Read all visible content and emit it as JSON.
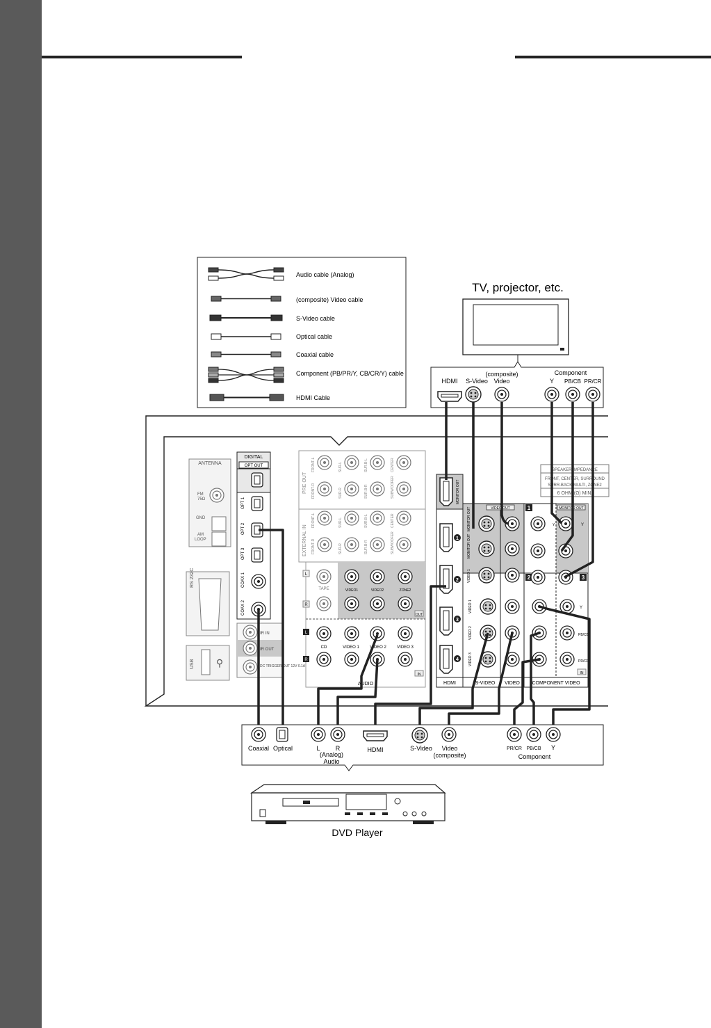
{
  "legend": {
    "items": [
      "Audio cable (Analog)",
      "(composite) Video  cable",
      "S-Video cable",
      "Optical cable",
      "Coaxial cable",
      "Component (PB/PR/Y, CB/CR/Y) cable",
      "HDMI Cable"
    ]
  },
  "tv": {
    "title": "TV, projector, etc.",
    "composite_caption": "(composite)",
    "component_caption": "Component",
    "ports": [
      "HDMI",
      "S-Video",
      "Video",
      "Y",
      "PB/CB",
      "PR/CR"
    ]
  },
  "receiver": {
    "antenna": {
      "title": "ANTENNA",
      "fm": "FM",
      "fm_ohm": "75Ω",
      "gnd": "GND",
      "am": "AM",
      "loop": "LOOP"
    },
    "rs232": "RS 232C",
    "usb": "USB",
    "digital": {
      "title": "DIGITAL",
      "opt_out": "OPT OUT",
      "inputs": [
        "OPT 1",
        "OPT 2",
        "OPT 3",
        "COAX 1",
        "COAX 2"
      ]
    },
    "ir": [
      "IR IN",
      "IR OUT",
      "DC TRIGGER OUT 12V 0.1A 100mA"
    ],
    "pre_out": {
      "title": "PRE OUT",
      "row1": [
        "FRONT-L",
        "SUR-L",
        "SUR.B-L",
        "CENTER"
      ],
      "row2": [
        "FRONT-R",
        "SUR-R",
        "SUR.B-R",
        "SUBWOOFER"
      ]
    },
    "ext_in": {
      "title": "EXTERNAL IN",
      "row1": [
        "FRONT-L",
        "SUR-L",
        "SUR.B-L",
        "CENTER"
      ],
      "row2": [
        "FRONT-R",
        "SUR-R",
        "SUR.B-R",
        "SUBWOOFER"
      ]
    },
    "audio": {
      "title": "AUDIO",
      "out_row": [
        "TAPE",
        "VIDEO1",
        "VIDEO2",
        "ZONE2"
      ],
      "in_row": [
        "CD",
        "VIDEO 1",
        "VIDEO 2",
        "VIDEO 3"
      ],
      "out_badge": "OUT",
      "in_badge": "IN",
      "l": "L",
      "r": "R"
    },
    "hdmi": {
      "title": "HDMI",
      "monitor_out": "MONITOR OUT",
      "numbers": [
        "1",
        "2",
        "3",
        "4"
      ]
    },
    "svideo": {
      "title": "S-VIDEO",
      "video_out": "VIDEO OUT",
      "out_labels": [
        "MONITOR OUT",
        "MONITOR OUT",
        "VIDEO 1"
      ],
      "in_labels": [
        "VIDEO 1",
        "VIDEO 2",
        "VIDEO 3"
      ]
    },
    "video": {
      "title": "VIDEO"
    },
    "component": {
      "title": "COMPONENT VIDEO",
      "monitor_out": "MONITOR OUT",
      "labels": [
        "Y",
        "PB/CB",
        "PR/CR"
      ],
      "in_badge": "IN",
      "groups": [
        "1",
        "2",
        "3"
      ]
    },
    "speaker": {
      "title": "SPEAKER IMPEDANCE",
      "line1": "FRONT, CENTER, SURROUND",
      "line2": "SURR.BACK/MULTI, ZONE2",
      "line3": "6 OHM (Ω) MIN."
    }
  },
  "dvd": {
    "title": "DVD Player",
    "ports": [
      "Coaxial",
      "Optical",
      "L",
      "R",
      "HDMI",
      "S-Video",
      "Video",
      "PR/CR",
      "PB/CB",
      "Y"
    ],
    "analog_caption": "(Analog)",
    "audio_caption": "Audio",
    "composite_caption": "(composite)",
    "component_caption": "Component"
  }
}
